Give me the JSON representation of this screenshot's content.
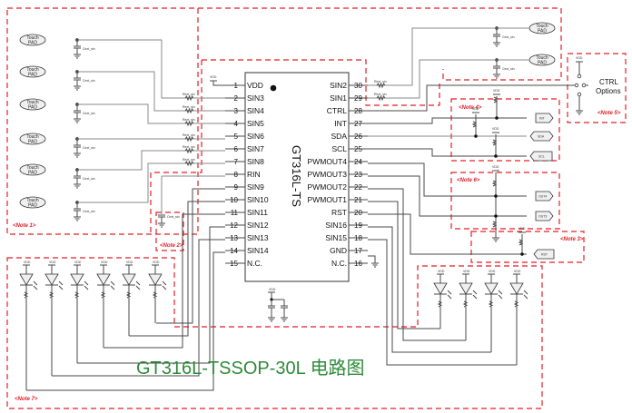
{
  "chip": {
    "name": "GT316L-TS",
    "left_pins": [
      {
        "num": "1",
        "name": "VDD"
      },
      {
        "num": "2",
        "name": "SIN3"
      },
      {
        "num": "3",
        "name": "SIN4"
      },
      {
        "num": "4",
        "name": "SIN5"
      },
      {
        "num": "5",
        "name": "SIN6"
      },
      {
        "num": "6",
        "name": "SIN7"
      },
      {
        "num": "7",
        "name": "SIN8"
      },
      {
        "num": "8",
        "name": "RIN"
      },
      {
        "num": "9",
        "name": "SIN9"
      },
      {
        "num": "10",
        "name": "SIN10"
      },
      {
        "num": "11",
        "name": "SIN11"
      },
      {
        "num": "12",
        "name": "SIN12"
      },
      {
        "num": "13",
        "name": "SIN13"
      },
      {
        "num": "14",
        "name": "SIN14"
      },
      {
        "num": "15",
        "name": "N.C."
      }
    ],
    "right_pins": [
      {
        "num": "30",
        "name": "SIN2"
      },
      {
        "num": "29",
        "name": "SIN1"
      },
      {
        "num": "28",
        "name": "CTRL"
      },
      {
        "num": "27",
        "name": "INT"
      },
      {
        "num": "26",
        "name": "SDA"
      },
      {
        "num": "25",
        "name": "SCL"
      },
      {
        "num": "24",
        "name": "PWMOUT4"
      },
      {
        "num": "23",
        "name": "PWMOUT3"
      },
      {
        "num": "22",
        "name": "PWMOUT2"
      },
      {
        "num": "21",
        "name": "PWMOUT1"
      },
      {
        "num": "20",
        "name": "RST"
      },
      {
        "num": "19",
        "name": "SIN16"
      },
      {
        "num": "18",
        "name": "SIN15"
      },
      {
        "num": "17",
        "name": "GND"
      },
      {
        "num": "16",
        "name": "N.C."
      }
    ]
  },
  "labels": {
    "touch_pad_line1": "Touch",
    "touch_pad_line2": "PAD",
    "cap": "Cext_sin",
    "res": "Rext_sin",
    "vdd": "VDD",
    "ctrl_line1": "CTRL",
    "ctrl_line2": "Options"
  },
  "signals": {
    "int": "INT",
    "sda": "SDA",
    "scl": "SCL",
    "out4": "OUT4",
    "out3": "OUT3",
    "rst": "RST"
  },
  "notes": {
    "n1": "<Note 1>",
    "n2": "<Note 2>",
    "n3": "<Note 3>",
    "n4": "<Note 4>",
    "n5": "<Note 5>",
    "n6": "<Note 6>",
    "n7": "<Note 7>"
  },
  "caption": "GT316L-TSSOP-30L 电路图",
  "colors": {
    "note_red": "#e41e26",
    "caption_green": "#2e8b3a"
  }
}
